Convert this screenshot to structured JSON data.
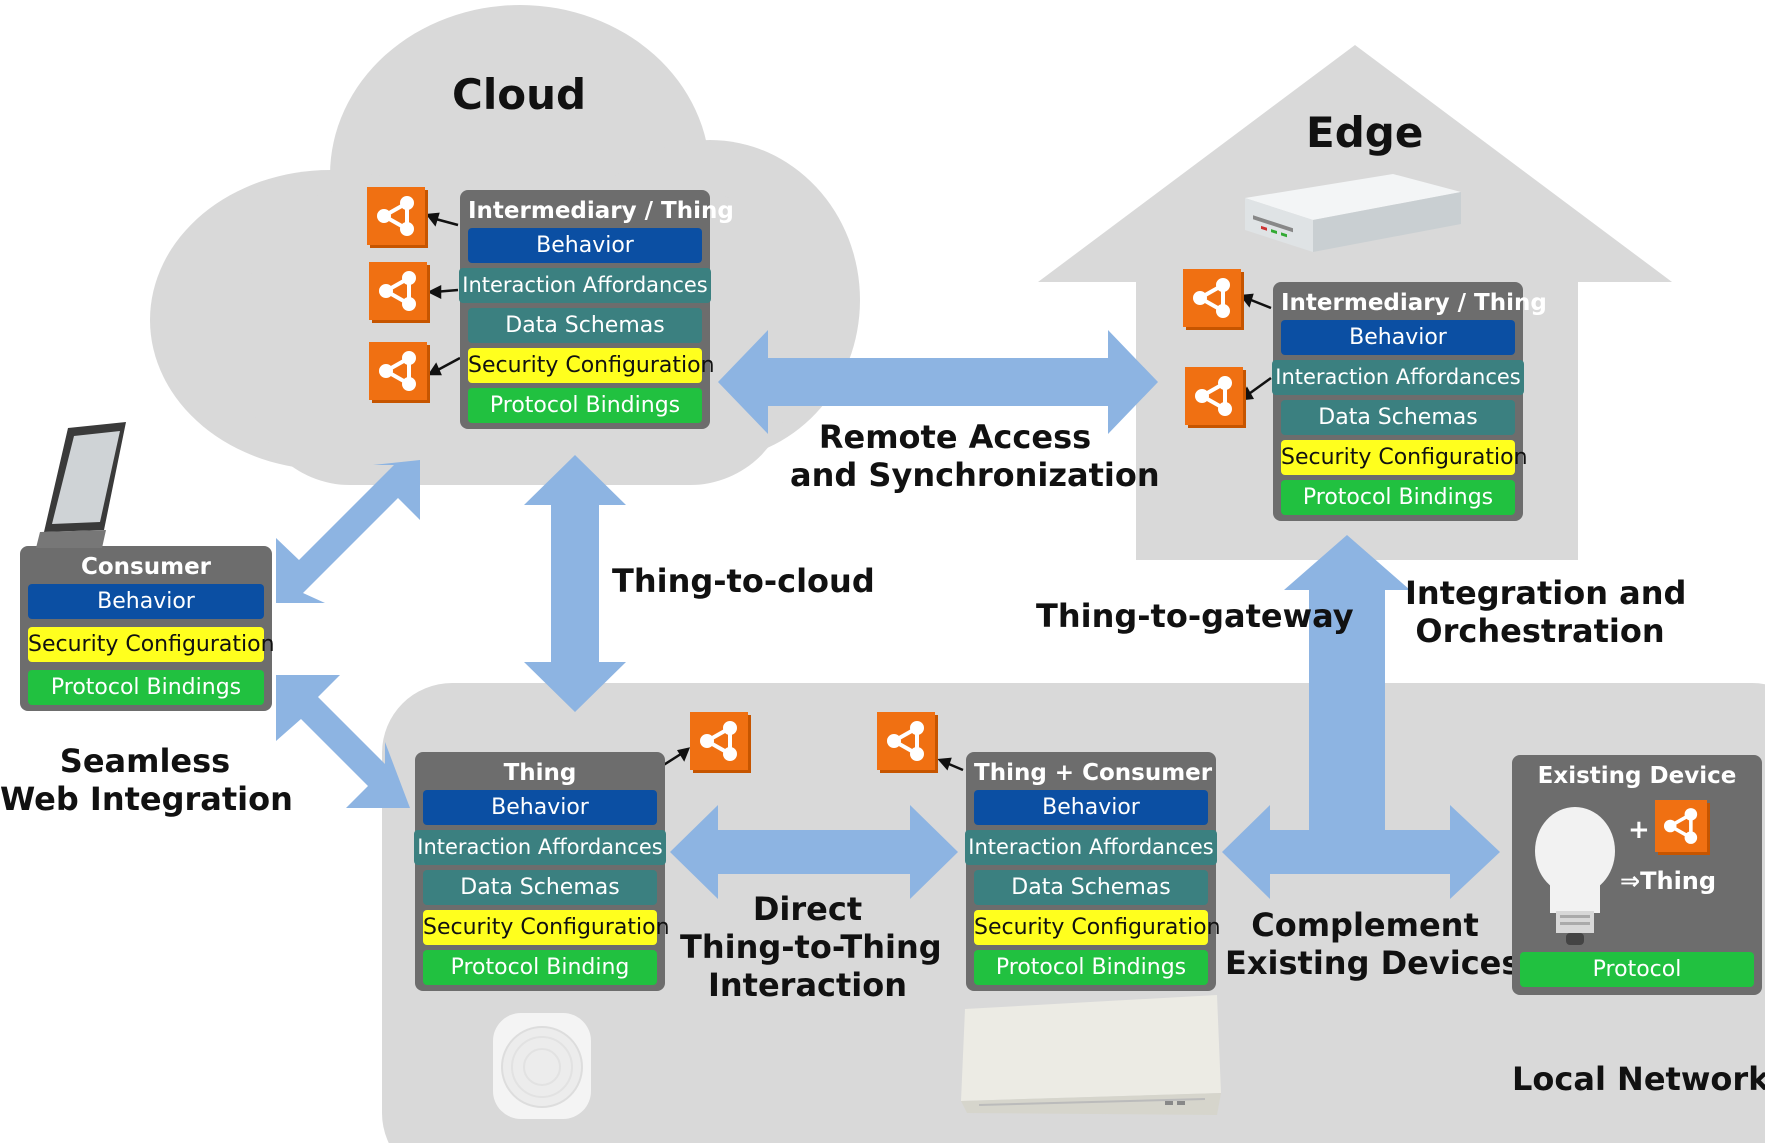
{
  "regions": {
    "cloud": "Cloud",
    "edge": "Edge",
    "local_network": "Local Network"
  },
  "connections": {
    "remote_access": [
      "Remote Access",
      "and Synchronization"
    ],
    "thing_to_cloud": "Thing-to-cloud",
    "thing_to_gateway": "Thing-to-gateway",
    "integration": [
      "Integration and",
      "Orchestration"
    ],
    "seamless_web": [
      "Seamless",
      "Web Integration"
    ],
    "direct_t2t": [
      "Direct",
      "Thing-to-Thing",
      "Interaction"
    ],
    "complement": [
      "Complement",
      "Existing Devices"
    ]
  },
  "panels": {
    "cloud_intermediary": {
      "title": "Intermediary / Thing",
      "rows": [
        "Behavior",
        "Interaction Affordances",
        "Data Schemas",
        "Security Configuration",
        "Protocol Bindings"
      ]
    },
    "edge_intermediary": {
      "title": "Intermediary / Thing",
      "rows": [
        "Behavior",
        "Interaction Affordances",
        "Data Schemas",
        "Security Configuration",
        "Protocol Bindings"
      ]
    },
    "consumer": {
      "title": "Consumer",
      "rows": [
        "Behavior",
        "Security Configuration",
        "Protocol Bindings"
      ]
    },
    "thing": {
      "title": "Thing",
      "rows": [
        "Behavior",
        "Interaction Affordances",
        "Data Schemas",
        "Security Configuration",
        "Protocol Binding"
      ]
    },
    "thing_consumer": {
      "title": "Thing + Consumer",
      "rows": [
        "Behavior",
        "Interaction Affordances",
        "Data Schemas",
        "Security Configuration",
        "Protocol Bindings"
      ]
    },
    "existing_device": {
      "title": "Existing Device",
      "plus": "+",
      "result": "⇒Thing",
      "protocol": "Protocol"
    }
  },
  "icons": {
    "td_icon": "share-nodes-icon",
    "laptop": "laptop-icon",
    "gateway": "gateway-router-icon",
    "sensor": "motion-sensor-icon",
    "air_conditioner": "air-conditioner-icon",
    "bulb": "light-bulb-icon"
  },
  "colors": {
    "behavior": "#0b4fa3",
    "affordances": "#3b8080",
    "security": "#ffff1e",
    "protocol": "#21c140",
    "panel": "#6d6d6d",
    "arrow": "#8db4e2",
    "region": "#d9d9d9",
    "td_icon": "#f07012"
  }
}
